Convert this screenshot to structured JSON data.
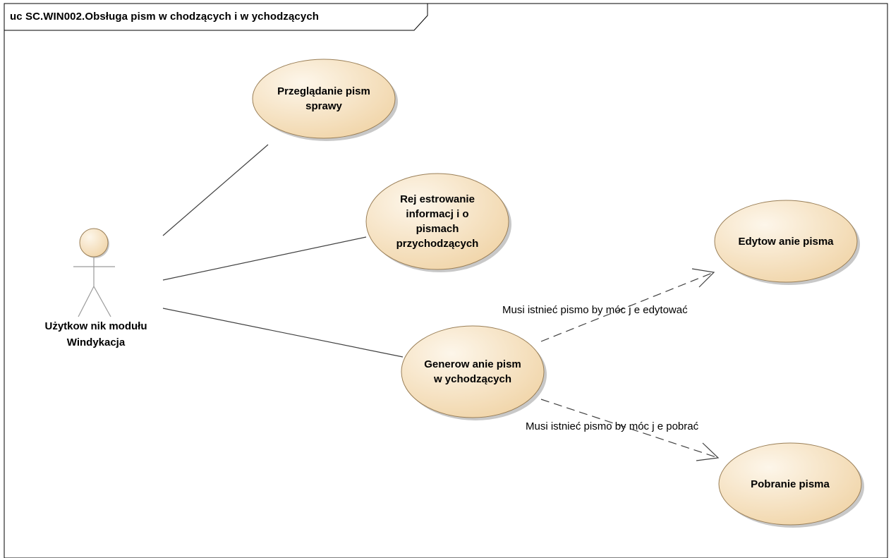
{
  "diagram": {
    "frame_title": "uc SC.WIN002.Obsługa pism w chodzących i w ychodzących",
    "actor": {
      "name_line1": "Użytkow nik modułu",
      "name_line2": "Windykacja"
    },
    "use_cases": {
      "przegladanie": {
        "line1": "Przeglądanie pism",
        "line2": "sprawy"
      },
      "rejestrowanie": {
        "line1": "Rej estrowanie",
        "line2": "informacj i o",
        "line3": "pismach",
        "line4": "przychodzących"
      },
      "generowanie": {
        "line1": "Generow anie pism",
        "line2": "w ychodzących"
      },
      "edytowanie": {
        "line1": "Edytow anie pisma"
      },
      "pobranie": {
        "line1": "Pobranie pisma"
      }
    },
    "relations": {
      "edit_label": "Musi istnieć pismo by móc j e edytować",
      "download_label": "Musi istnieć pismo by móc j e pobrać"
    },
    "colors": {
      "usecase_fill_light": "#fcf3e2",
      "usecase_fill_dark": "#f3d9b1",
      "usecase_stroke": "#9a7f57",
      "line": "#404040"
    }
  }
}
